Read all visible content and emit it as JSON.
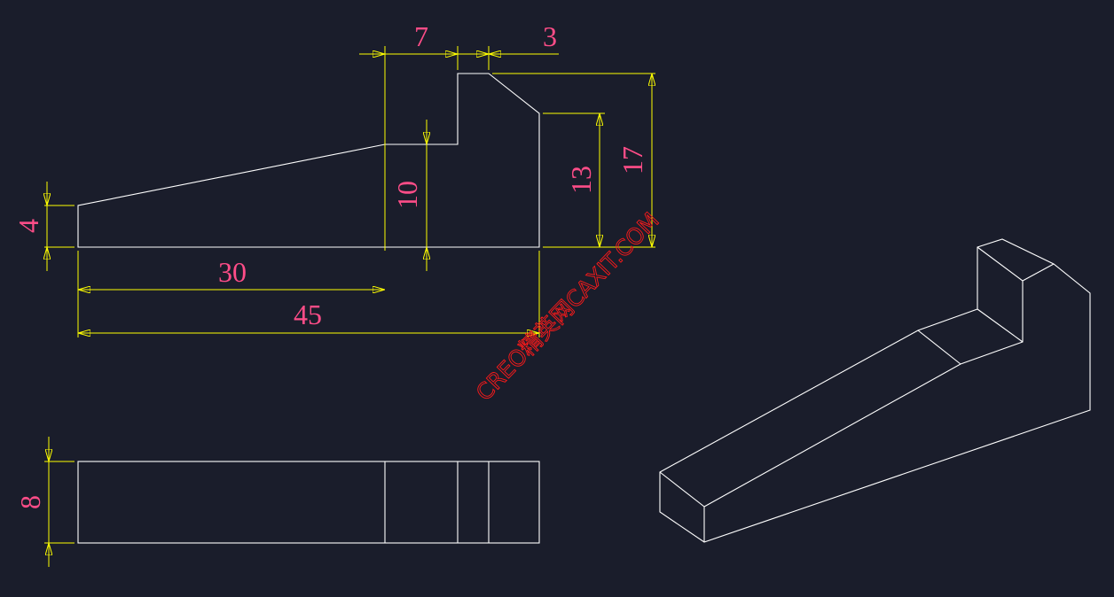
{
  "colors": {
    "background": "#1a1d2b",
    "geometry": "#ffffff",
    "dimension_line": "#ffff00",
    "dimension_text": "#ff4d88",
    "watermark": "#ff1a1a"
  },
  "dimensions": {
    "d7": "7",
    "d3": "3",
    "d17": "17",
    "d13": "13",
    "d10": "10",
    "d4": "4",
    "d30": "30",
    "d45": "45",
    "d8": "8"
  },
  "watermark": "CREO精英网CAXIT.COM"
}
